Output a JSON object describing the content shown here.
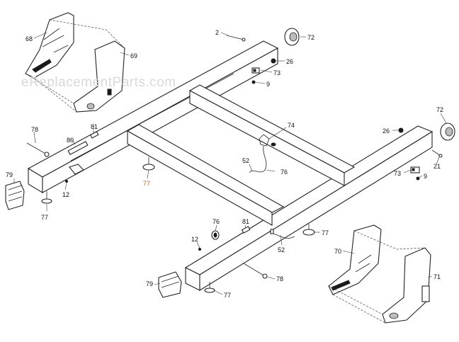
{
  "watermark": "eReplacementParts.com",
  "callouts": {
    "p68": "68",
    "p69": "69",
    "p2": "2",
    "p72_top": "72",
    "p26_top": "26",
    "p73_top": "73",
    "p9_top": "9",
    "p78_left": "78",
    "p80": "80",
    "p81_left": "81",
    "p74": "74",
    "p26_right": "26",
    "p72_right": "72",
    "p79_left": "79",
    "p12_left": "12",
    "p77_left": "77",
    "p77_center": "77",
    "p52_center": "52",
    "p76_center": "76",
    "p73_right": "73",
    "p9_right": "9",
    "p21": "21",
    "p76_bottom": "76",
    "p81_bottom": "81",
    "p12_bottom": "12",
    "p77_right": "77",
    "p52_bottom": "52",
    "p70": "70",
    "p71": "71",
    "p79_bottom": "79",
    "p78_bottom": "78",
    "p77_bottom": "77"
  },
  "colors": {
    "line": "#222222",
    "highlight_label": "#c8621e",
    "watermark": "#d9d9d9"
  }
}
